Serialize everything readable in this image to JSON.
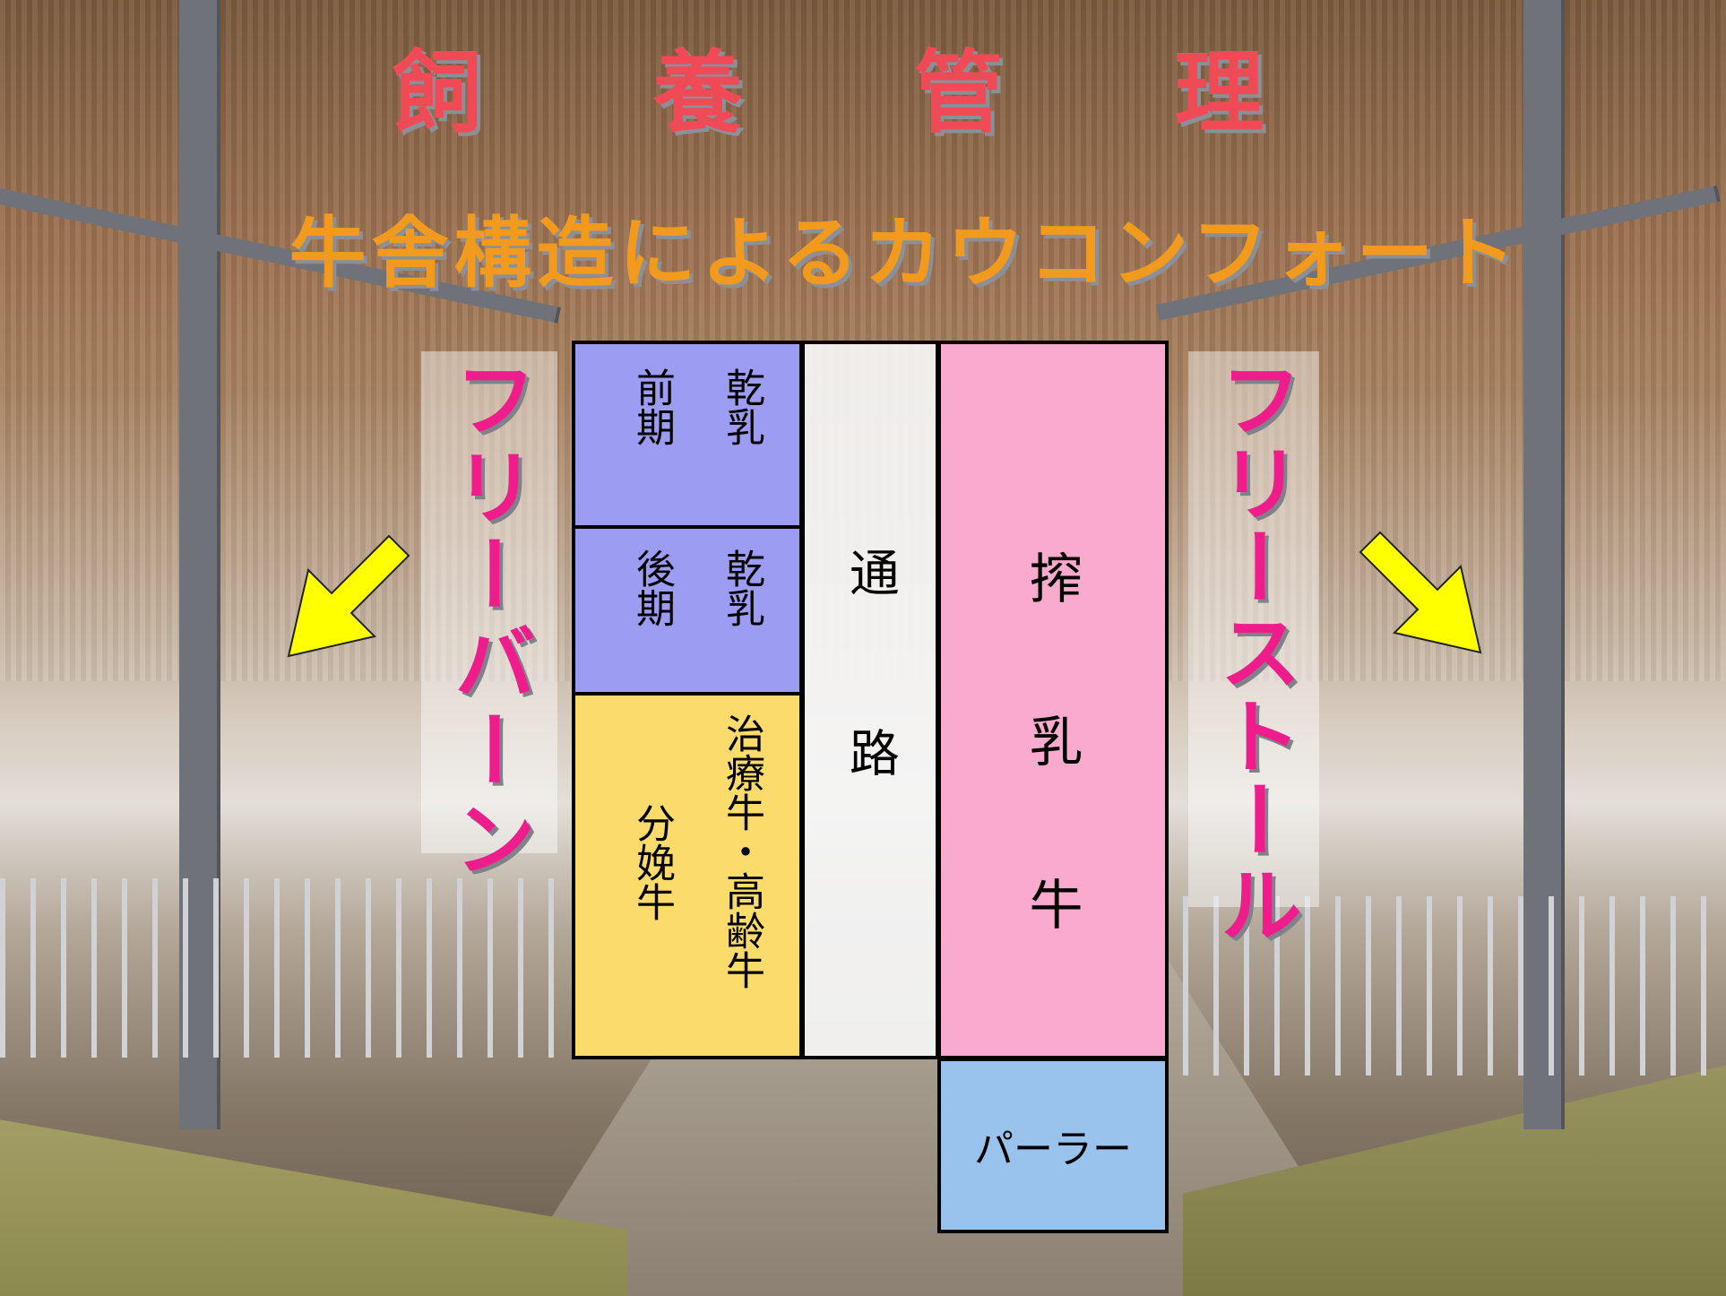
{
  "title": "飼 養 管 理",
  "subtitle": "牛舎構造によるカウコンフォート",
  "left_banner": "フリーバーン",
  "right_banner": "フリーストール",
  "blocks": {
    "zenki_left": "前期",
    "zenki_right": "乾乳",
    "kouki_left": "後期",
    "kouki_right": "乾乳",
    "bunben": "分娩牛",
    "chiryou": "治療牛・高齢牛",
    "tsuro": "通 路",
    "sakunyu": "搾 乳 牛",
    "parlor": "パーラー"
  },
  "colors": {
    "dry_cow": "#9c9cf2",
    "calving": "#fbdb6b",
    "milking": "#f9aacd",
    "parlor": "#99c3ec",
    "title": "#f04a57",
    "subtitle": "#f29a1e",
    "banner": "#ef1c8c",
    "arrow": "#ffff00"
  },
  "icons": [
    "arrow-left-down-icon",
    "arrow-right-down-icon"
  ]
}
